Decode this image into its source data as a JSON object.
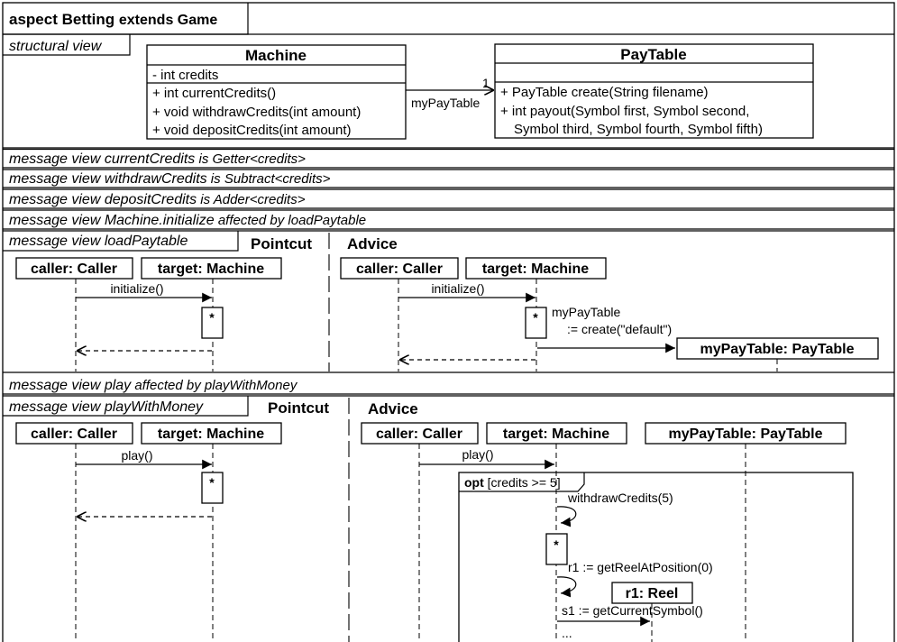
{
  "aspect": {
    "title_bold": "aspect Betting",
    "title_rest": "extends Game"
  },
  "structural": {
    "label": "structural view",
    "machine": {
      "name": "Machine",
      "attr": "- int credits",
      "ops": [
        "+ int currentCredits()",
        "+ void withdrawCredits(int amount)",
        "+ void depositCredits(int amount)"
      ]
    },
    "paytable": {
      "name": "PayTable",
      "ops": [
        "+ PayTable create(String filename)",
        "+ int payout(Symbol first, Symbol second,",
        "Symbol third, Symbol fourth, Symbol fifth)"
      ]
    },
    "assoc_role": "myPayTable",
    "assoc_mult": "1"
  },
  "message_views": [
    {
      "prefix": "message view ",
      "name": "currentCredits",
      "is": " is ",
      "target": "Getter<credits>"
    },
    {
      "prefix": "message view ",
      "name": "withdrawCredits",
      "is": " is ",
      "target": "Subtract<credits>"
    },
    {
      "prefix": "message view ",
      "name": "depositCredits",
      "is": " is ",
      "target": "Adder<credits>"
    },
    {
      "prefix": "message view ",
      "name": "Machine.initialize",
      "is": " affected by ",
      "target": "loadPaytable"
    }
  ],
  "load_paytable": {
    "label": "message view loadPaytable",
    "pointcut_label": "Pointcut",
    "advice_label": "Advice",
    "caller": "caller: Caller",
    "target": "target: Machine",
    "pointcut_msg": "initialize()",
    "advice_msg": "initialize()",
    "wildcard": "*",
    "assign_line1": "myPayTable",
    "assign_line2": ":= create(\"default\")",
    "created": "myPayTable: PayTable"
  },
  "play_affected": {
    "prefix": "message view ",
    "name": "play",
    "is": " affected by ",
    "target": "playWithMoney"
  },
  "play_with_money": {
    "label": "message view playWithMoney",
    "pointcut_label": "Pointcut",
    "advice_label": "Advice",
    "caller": "caller: Caller",
    "target": "target: Machine",
    "paytable": "myPayTable: PayTable",
    "pointcut_msg": "play()",
    "advice_msg": "play()",
    "wildcard": "*",
    "opt_keyword": "opt",
    "opt_guard": "[credits >= 5]",
    "withdraw_msg": "withdrawCredits(5)",
    "r1_msg": "r1 := getReelAtPosition(0)",
    "reel": "r1: Reel",
    "s1_msg": "s1 := getCurrentSymbol()",
    "ellipsis": "..."
  }
}
